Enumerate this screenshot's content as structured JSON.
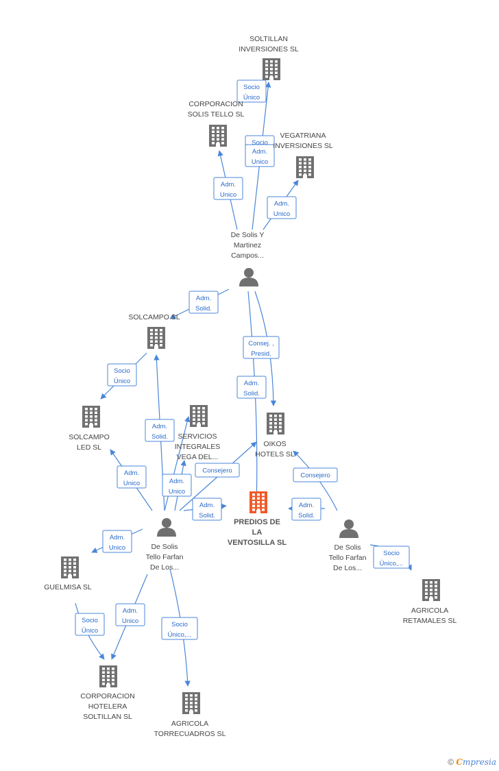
{
  "nodes": {
    "soltillan": {
      "type": "company",
      "label": [
        "SOLTILLAN",
        "INVERSIONES SL"
      ]
    },
    "corp_solis": {
      "type": "company",
      "label": [
        "CORPORACION",
        "SOLIS TELLO SL"
      ]
    },
    "vegatriana": {
      "type": "company",
      "label": [
        "VEGATRIANA",
        "INVERSIONES SL"
      ]
    },
    "solis_martinez": {
      "type": "person",
      "label": [
        "De Solis Y",
        "Martinez",
        "Campos..."
      ]
    },
    "solcampo": {
      "type": "company",
      "label": [
        "SOLCAMPO SL"
      ]
    },
    "solcampo_led": {
      "type": "company",
      "label": [
        "SOLCAMPO",
        "LED  SL"
      ]
    },
    "servicios": {
      "type": "company",
      "label": [
        "SERVICIOS",
        "INTEGRALES",
        "VEGA DEL..."
      ]
    },
    "oikos": {
      "type": "company",
      "label": [
        "OIKOS",
        "HOTELS SL"
      ]
    },
    "predios": {
      "type": "company",
      "focus": true,
      "label": [
        "PREDIOS DE",
        "LA",
        "VENTOSILLA SL"
      ]
    },
    "solis_farfan1": {
      "type": "person",
      "label": [
        "De Solis",
        "Tello Farfan",
        "De Los..."
      ]
    },
    "solis_farfan2": {
      "type": "person",
      "label": [
        "De Solis",
        "Tello Farfan",
        "De Los..."
      ]
    },
    "guelmisa": {
      "type": "company",
      "label": [
        "GUELMISA SL"
      ]
    },
    "agricola_retamales": {
      "type": "company",
      "label": [
        "AGRICOLA",
        "RETAMALES SL"
      ]
    },
    "corp_hotelera": {
      "type": "company",
      "label": [
        "CORPORACION",
        "HOTELERA",
        "SOLTILLAN SL"
      ]
    },
    "agricola_torre": {
      "type": "company",
      "label": [
        "AGRICOLA",
        "TORRECUADROS SL"
      ]
    }
  },
  "tags": {
    "t1": [
      "Socio",
      "Único"
    ],
    "t2": [
      "Socio",
      "Único"
    ],
    "t3": [
      "Adm.",
      "Unico"
    ],
    "t4": [
      "Adm.",
      "Unico"
    ],
    "t5": [
      "Adm.",
      "Unico"
    ],
    "t6": [
      "Adm.",
      "Solid."
    ],
    "t7": [
      "Consej. ,",
      "Presid."
    ],
    "t8": [
      "Adm.",
      "Solid."
    ],
    "t9": [
      "Socio",
      "Único"
    ],
    "t10": [
      "Adm.",
      "Solid."
    ],
    "t11": [
      "Adm.",
      "Unico"
    ],
    "t12": [
      "Adm.",
      "Unico"
    ],
    "t13": [
      "Consejero"
    ],
    "t14": [
      "Adm.",
      "Solid."
    ],
    "t15": [
      "Consejero"
    ],
    "t16": [
      "Adm.",
      "Solid."
    ],
    "t17": [
      "Adm.",
      "Unico"
    ],
    "t18": [
      "Socio",
      "Único,..."
    ],
    "t19": [
      "Socio",
      "Único"
    ],
    "t20": [
      "Adm.",
      "Unico"
    ],
    "t21": [
      "Socio",
      "Único,..."
    ]
  },
  "brand": {
    "copyright": "©",
    "first_letter": "C",
    "rest": "mpresia"
  },
  "colors": {
    "edge": "#4a86d8",
    "icon": "#707070",
    "focus": "#f05a28"
  }
}
